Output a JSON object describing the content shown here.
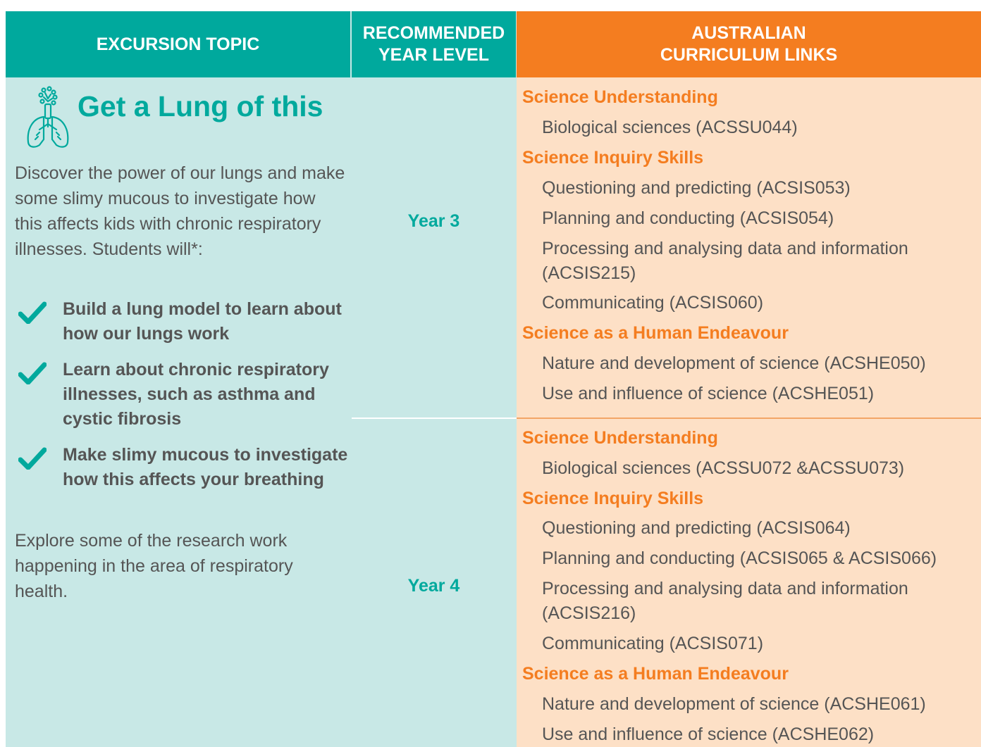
{
  "headers": {
    "topic": "EXCURSION TOPIC",
    "year_line1": "RECOMMENDED",
    "year_line2": "YEAR LEVEL",
    "links_line1": "AUSTRALIAN",
    "links_line2": "CURRICULUM LINKS"
  },
  "topic": {
    "icon": "lungs-icon",
    "title": "Get a Lung of this",
    "intro": "Discover the power of our lungs and make some slimy mucous to investigate how this affects kids with chronic respiratory illnesses. Students will*:",
    "checklist": [
      "Build a lung model to learn about how our lungs work",
      "Learn about chronic respiratory illnesses, such as asthma and cystic fibrosis",
      "Make slimy mucous to investigate how this affects your breathing"
    ],
    "outro": "Explore some of the research work happening in the area of respiratory health."
  },
  "years": [
    {
      "label": "Year 3",
      "groups": [
        {
          "title": "Science Understanding",
          "items": [
            "Biological sciences (ACSSU044)"
          ]
        },
        {
          "title": "Science Inquiry Skills",
          "items": [
            "Questioning and predicting (ACSIS053)",
            "Planning and conducting (ACSIS054)",
            "Processing and analysing data and information (ACSIS215)",
            "Communicating (ACSIS060)"
          ]
        },
        {
          "title": "Science as a Human Endeavour",
          "items": [
            "Nature and development of science (ACSHE050)",
            "Use and influence of science (ACSHE051)"
          ]
        }
      ]
    },
    {
      "label": "Year 4",
      "groups": [
        {
          "title": "Science Understanding",
          "items": [
            "Biological sciences (ACSSU072 &ACSSU073)"
          ]
        },
        {
          "title": "Science Inquiry Skills",
          "items": [
            "Questioning and predicting (ACSIS064)",
            "Planning and conducting (ACSIS065 & ACSIS066)",
            "Processing and analysing data and information (ACSIS216)",
            "Communicating (ACSIS071)"
          ]
        },
        {
          "title": "Science as a Human Endeavour",
          "items": [
            "Nature and development of science (ACSHE061)",
            "Use and influence of science (ACSHE062)"
          ]
        }
      ]
    }
  ],
  "colors": {
    "teal": "#00a99d",
    "orange": "#f47d20",
    "teal_light": "#c8e8e6",
    "peach": "#fde0c6",
    "text": "#555555"
  }
}
